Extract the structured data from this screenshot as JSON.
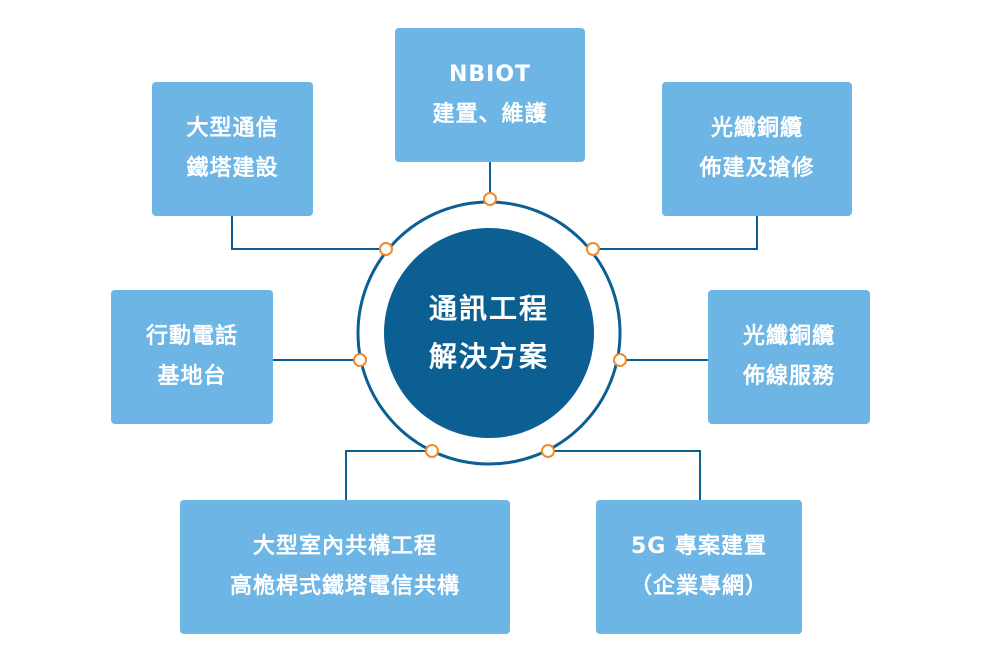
{
  "center": {
    "line1": "通訊工程",
    "line2": "解決方案"
  },
  "nodes": {
    "nbiot": {
      "line1": "NBIOT",
      "line2": "建置、維護"
    },
    "tower": {
      "line1": "大型通信",
      "line2": "鐵塔建設"
    },
    "fiber_repair": {
      "line1": "光纖銅纜",
      "line2": "佈建及搶修"
    },
    "mobile": {
      "line1": "行動電話",
      "line2": "基地台"
    },
    "fiber_service": {
      "line1": "光纖銅纜",
      "line2": "佈線服務"
    },
    "indoor": {
      "line1": "大型室內共構工程",
      "line2": "高桅桿式鐵塔電信共構"
    },
    "fiveg": {
      "line1": "5G 專案建置",
      "line2": "（企業專網）"
    }
  },
  "colors": {
    "box": "#6cb5e4",
    "center": "#0b5f93",
    "ring": "#0b5f93",
    "connector": "#0b5f93",
    "dot_stroke": "#f08a2a",
    "text": "#ffffff"
  }
}
